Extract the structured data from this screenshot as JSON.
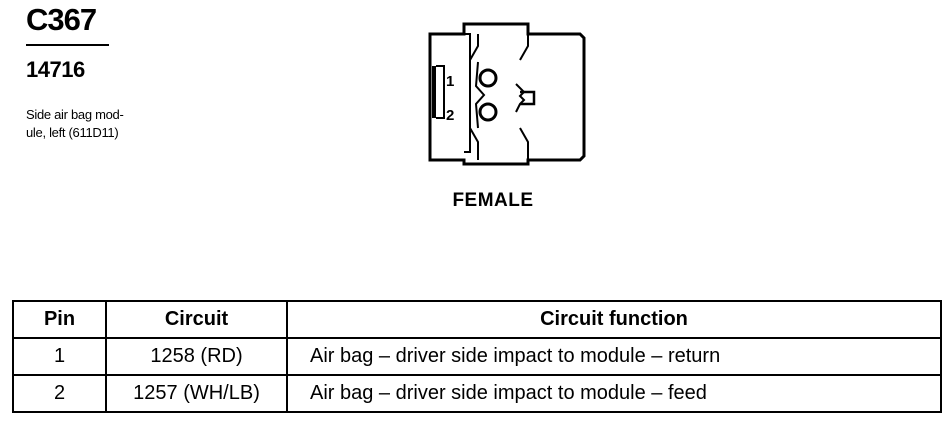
{
  "connector": {
    "id": "C367",
    "part_number": "14716",
    "description_lines": [
      "Side air bag mod-",
      "ule, left (611D11)"
    ],
    "gender": "FEMALE",
    "pin_labels": [
      "1",
      "2"
    ]
  },
  "table": {
    "headers": [
      "Pin",
      "Circuit",
      "Circuit function"
    ],
    "rows": [
      {
        "pin": "1",
        "circuit": "1258 (RD)",
        "function": "Air bag – driver side impact to module – return"
      },
      {
        "pin": "2",
        "circuit": "1257 (WH/LB)",
        "function": "Air bag – driver side impact to module – feed"
      }
    ]
  }
}
